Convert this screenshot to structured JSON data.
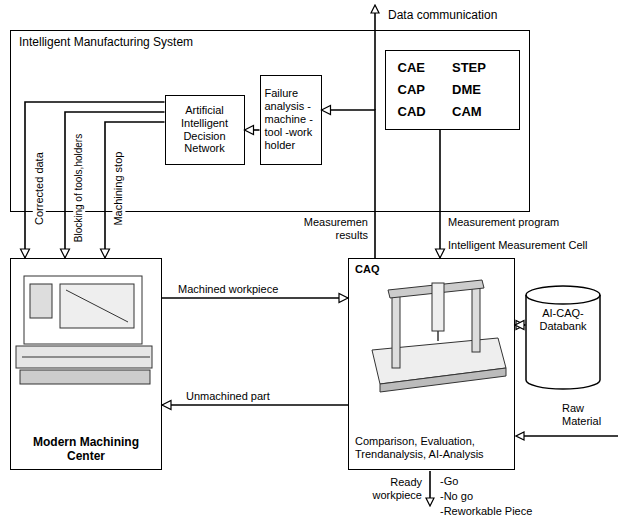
{
  "diagram": {
    "nodes": [
      {
        "text": [
          "Intelligent Manufacturing System"
        ]
      },
      {
        "text": [
          "Artificial Intelligent Decision Network"
        ],
        "in": 0
      },
      {
        "text": [
          "Failure analysis -machine -tool -work holder"
        ],
        "in": 0
      },
      {
        "text": [
          "CAE",
          "STEP",
          "CAP",
          "DME",
          "CAD",
          "CAM"
        ],
        "in": 0
      },
      {
        "text": [
          "Modern Machining Center"
        ]
      },
      {
        "text": [
          "CAQ",
          "Comparison, Evaluation, Trendanalysis, AI-Analysis"
        ]
      },
      {
        "text": [
          "AI-CAQ-Databank"
        ]
      }
    ],
    "edges": [
      {
        "from": 2,
        "to": 1,
        "arrow": "to"
      },
      {
        "from": 1,
        "to": 4,
        "label": "Corrected data",
        "arrow": "to"
      },
      {
        "from": 1,
        "to": 4,
        "label": "Blocking of tools,holders",
        "arrow": "to"
      },
      {
        "from": 1,
        "to": 4,
        "label": "Machining stop",
        "arrow": "to"
      },
      {
        "from": 4,
        "to": 5,
        "label": "Machined workpiece",
        "arrow": "to"
      },
      {
        "from": 5,
        "to": 4,
        "label": "Unmachined part",
        "arrow": "to"
      },
      {
        "from": 5,
        "to": 2,
        "label": "Measuremen results",
        "arrow": "to"
      },
      {
        "from": 3,
        "to": 5,
        "label": "Measurement program",
        "arrow": "to"
      },
      {
        "from": 5,
        "to": 6,
        "arrow": "both"
      }
    ],
    "labels": [
      "Data communication",
      "Intelligent Measurement Cell",
      "Raw Material",
      "Ready workpiece",
      "-Go",
      "-No go",
      "-Reworkable Piece"
    ]
  }
}
